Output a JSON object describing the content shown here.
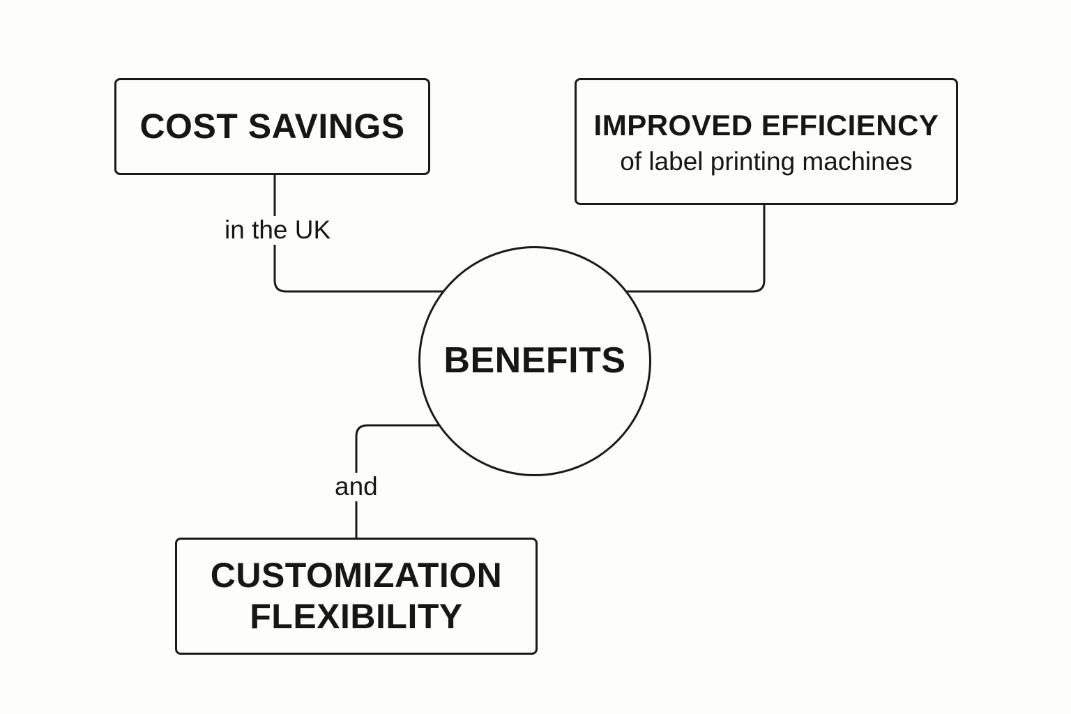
{
  "center": {
    "label": "BENEFITS"
  },
  "nodes": {
    "cost_savings": {
      "title": "COST SAVINGS"
    },
    "improved_efficiency": {
      "title": "IMPROVED EFFICIENCY",
      "subtitle": "of label printing machines"
    },
    "customization": {
      "line1": "CUSTOMIZATION",
      "line2": "FLEXIBILITY"
    }
  },
  "edge_labels": {
    "cost_savings": "in the UK",
    "customization": "and"
  },
  "colors": {
    "stroke": "#1a1a1a",
    "background": "#fdfdfb",
    "text": "#161616"
  }
}
